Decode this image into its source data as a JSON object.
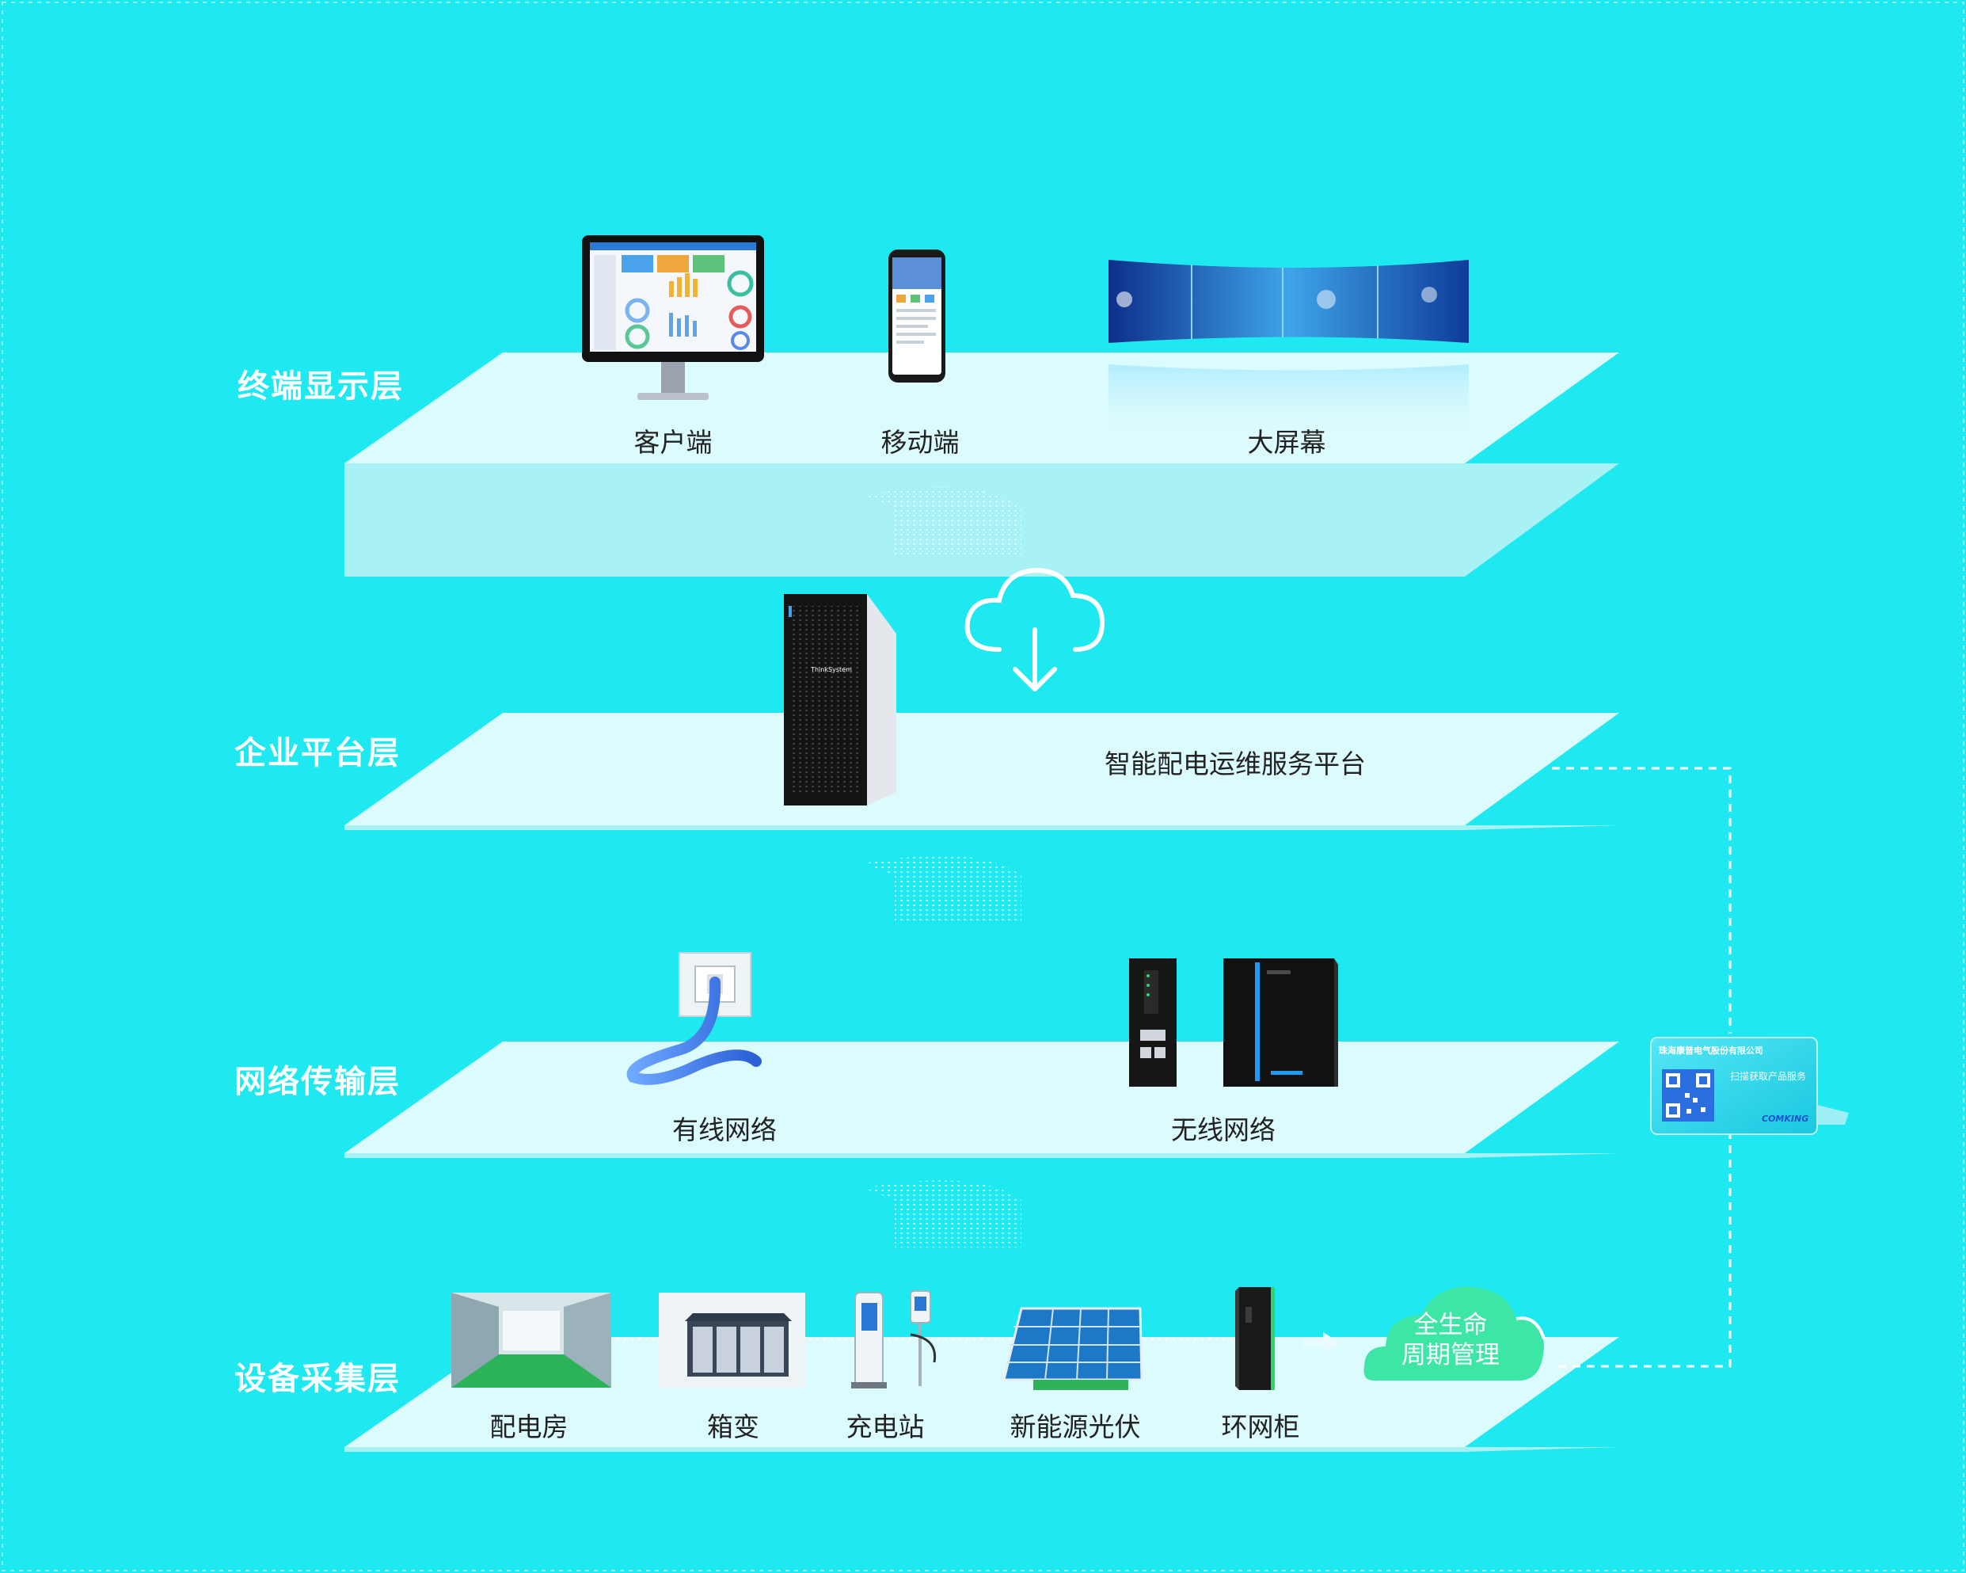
{
  "layers": {
    "terminal": {
      "title": "终端显示层",
      "items": {
        "client": "客户端",
        "mobile": "移动端",
        "big_screen": "大屏幕"
      }
    },
    "platform": {
      "title": "企业平台层",
      "service": "智能配电运维服务平台",
      "server_brand": "ThinkSystem"
    },
    "network": {
      "title": "网络传输层",
      "items": {
        "wired": "有线网络",
        "wireless": "无线网络"
      }
    },
    "device": {
      "title": "设备采集层",
      "items": {
        "power_room": "配电房",
        "box_transformer": "箱变",
        "charging_station": "充电站",
        "solar": "新能源光伏",
        "ring_main_unit": "环网柜"
      },
      "lifecycle_line1": "全生命",
      "lifecycle_line2": "周期管理"
    }
  },
  "qr_card": {
    "company": "珠海康普电气股份有限公司",
    "scan_text": "扫描获取产品服务",
    "brand": "COMKING"
  },
  "colors": {
    "background": "#1ee8f0",
    "platform_top": "#dcfbfc",
    "platform_edge": "#a8f2f6",
    "cloud_green": "#3ee6a6",
    "title_text": "#ffffff",
    "label_text": "#222222"
  },
  "icons": [
    "monitor-icon",
    "phone-icon",
    "video-wall-icon",
    "server-tower-icon",
    "cloud-download-icon",
    "ethernet-socket-icon",
    "network-switch-icon",
    "wireless-gateway-icon",
    "switchgear-room-icon",
    "box-transformer-icon",
    "ev-charger-icon",
    "solar-panel-icon",
    "ring-main-unit-icon",
    "arrow-right-icon",
    "qr-code-icon"
  ]
}
